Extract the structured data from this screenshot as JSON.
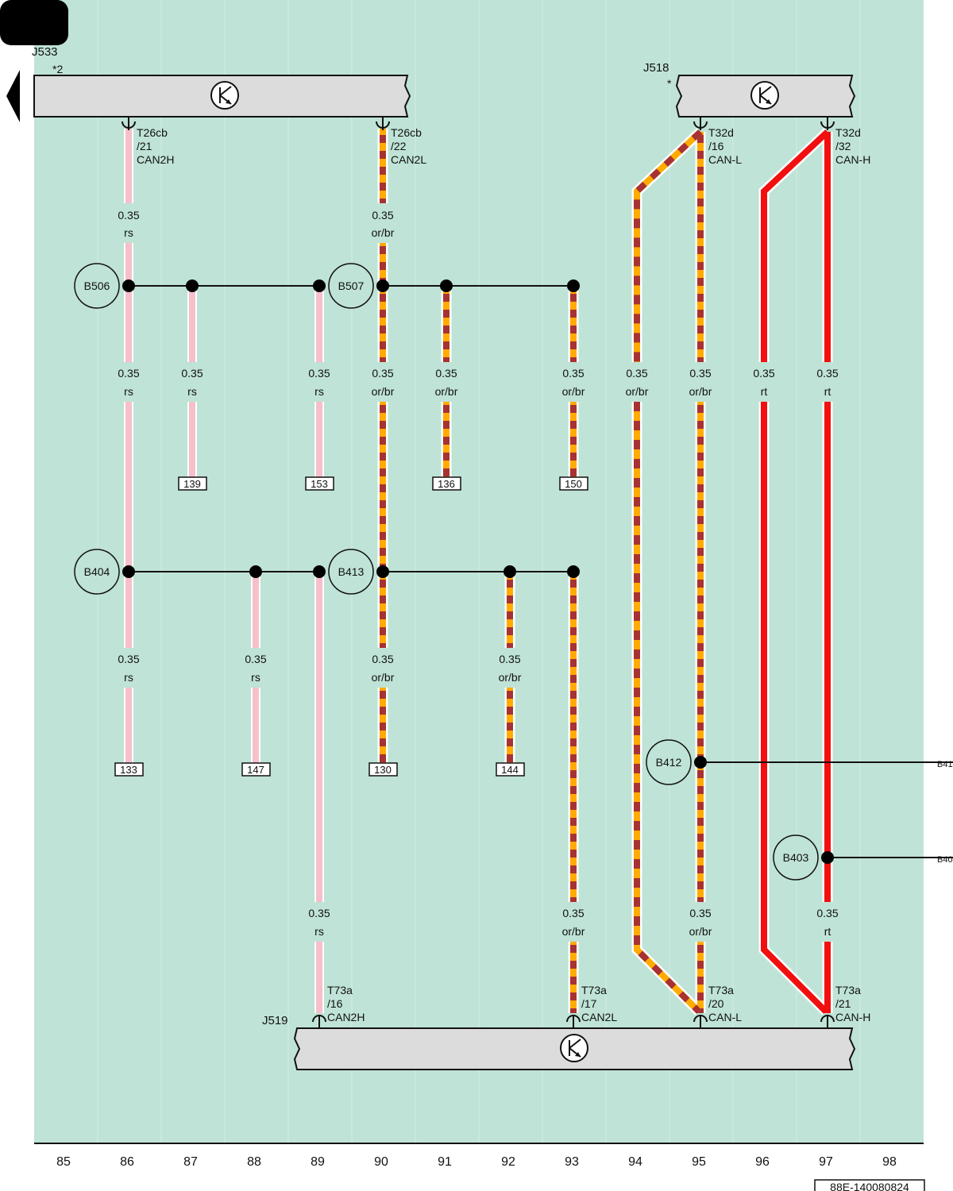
{
  "doc_code": "88E-140080824",
  "column_numbers": [
    "85",
    "86",
    "87",
    "88",
    "89",
    "90",
    "91",
    "92",
    "93",
    "94",
    "95",
    "96",
    "97",
    "98"
  ],
  "colors": {
    "background": "#bfe3d6",
    "rs": "#f6c0ca",
    "or": "#ffab00",
    "br": "#a83232",
    "rt": "#f20f0f",
    "component": "#dcdcdc"
  },
  "components": [
    {
      "id": "J533",
      "name": "J533",
      "note": "*2"
    },
    {
      "id": "J518",
      "name": "J518",
      "note": "*"
    },
    {
      "id": "J519",
      "name": "J519",
      "note": ""
    }
  ],
  "connectors": [
    {
      "id": "c1",
      "l1": "T26cb",
      "l2": "/21",
      "l3": "CAN2H"
    },
    {
      "id": "c2",
      "l1": "T26cb",
      "l2": "/22",
      "l3": "CAN2L"
    },
    {
      "id": "c3",
      "l1": "T32d",
      "l2": "/16",
      "l3": "CAN-L"
    },
    {
      "id": "c4",
      "l1": "T32d",
      "l2": "/32",
      "l3": "CAN-H"
    },
    {
      "id": "c5",
      "l1": "T73a",
      "l2": "/16",
      "l3": "CAN2H"
    },
    {
      "id": "c6",
      "l1": "T73a",
      "l2": "/17",
      "l3": "CAN2L"
    },
    {
      "id": "c7",
      "l1": "T73a",
      "l2": "/20",
      "l3": "CAN-L"
    },
    {
      "id": "c8",
      "l1": "T73a",
      "l2": "/21",
      "l3": "CAN-H"
    }
  ],
  "nodes": [
    {
      "id": "B506",
      "label": "B506"
    },
    {
      "id": "B507",
      "label": "B507"
    },
    {
      "id": "B404",
      "label": "B404"
    },
    {
      "id": "B413",
      "label": "B413"
    },
    {
      "id": "B412",
      "label": "B412"
    },
    {
      "id": "B403",
      "label": "B403"
    }
  ],
  "edge_labels": [
    {
      "id": "e1",
      "text": "B41"
    },
    {
      "id": "e2",
      "text": "B40"
    }
  ],
  "wire_labels": [
    {
      "id": "w1",
      "size": "0.35",
      "color": "rs"
    },
    {
      "id": "w2",
      "size": "0.35",
      "color": "or/br"
    },
    {
      "id": "w3",
      "size": "0.35",
      "color": "rs"
    },
    {
      "id": "w4",
      "size": "0.35",
      "color": "rs"
    },
    {
      "id": "w5",
      "size": "0.35",
      "color": "rs"
    },
    {
      "id": "w6",
      "size": "0.35",
      "color": "or/br"
    },
    {
      "id": "w7",
      "size": "0.35",
      "color": "or/br"
    },
    {
      "id": "w8",
      "size": "0.35",
      "color": "or/br"
    },
    {
      "id": "w9",
      "size": "0.35",
      "color": "or/br"
    },
    {
      "id": "w10",
      "size": "0.35",
      "color": "or/br"
    },
    {
      "id": "w11",
      "size": "0.35",
      "color": "rt"
    },
    {
      "id": "w12",
      "size": "0.35",
      "color": "rt"
    },
    {
      "id": "w13",
      "size": "0.35",
      "color": "rs"
    },
    {
      "id": "w14",
      "size": "0.35",
      "color": "rs"
    },
    {
      "id": "w15",
      "size": "0.35",
      "color": "or/br"
    },
    {
      "id": "w16",
      "size": "0.35",
      "color": "or/br"
    },
    {
      "id": "w17",
      "size": "0.35",
      "color": "rs"
    },
    {
      "id": "w18",
      "size": "0.35",
      "color": "or/br"
    },
    {
      "id": "w19",
      "size": "0.35",
      "color": "or/br"
    },
    {
      "id": "w20",
      "size": "0.35",
      "color": "rt"
    }
  ],
  "page_refs": [
    "139",
    "153",
    "136",
    "150",
    "133",
    "147",
    "130",
    "144"
  ]
}
